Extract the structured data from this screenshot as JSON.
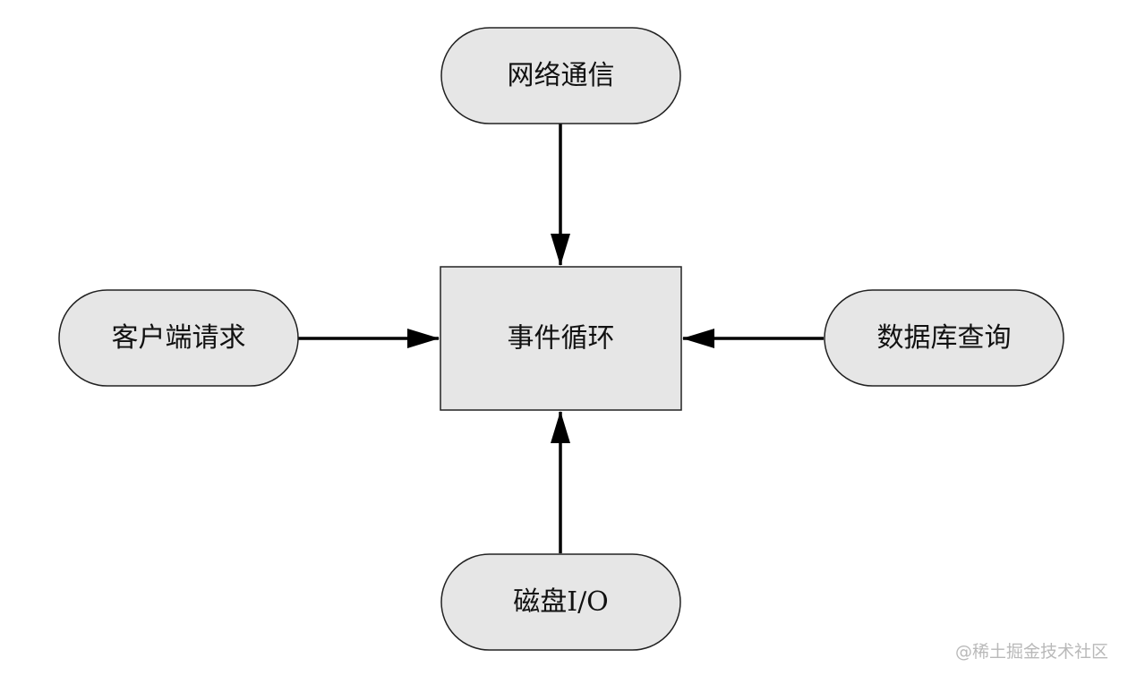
{
  "diagram": {
    "nodes": [
      {
        "id": "network",
        "label": "网络通信",
        "shape": "stadium"
      },
      {
        "id": "client",
        "label": "客户端请求",
        "shape": "stadium"
      },
      {
        "id": "eventloop",
        "label": "事件循环",
        "shape": "rect"
      },
      {
        "id": "database",
        "label": "数据库查询",
        "shape": "stadium"
      },
      {
        "id": "disk",
        "label": "磁盘I/O",
        "shape": "stadium"
      }
    ],
    "edges": [
      {
        "from": "network",
        "to": "eventloop"
      },
      {
        "from": "client",
        "to": "eventloop"
      },
      {
        "from": "database",
        "to": "eventloop"
      },
      {
        "from": "disk",
        "to": "eventloop"
      }
    ]
  },
  "watermark": "@稀土掘金技术社区",
  "colors": {
    "node_fill": "#e6e6e6",
    "node_stroke": "#222222",
    "arrow": "#000000",
    "watermark": "#b9b9b9"
  }
}
